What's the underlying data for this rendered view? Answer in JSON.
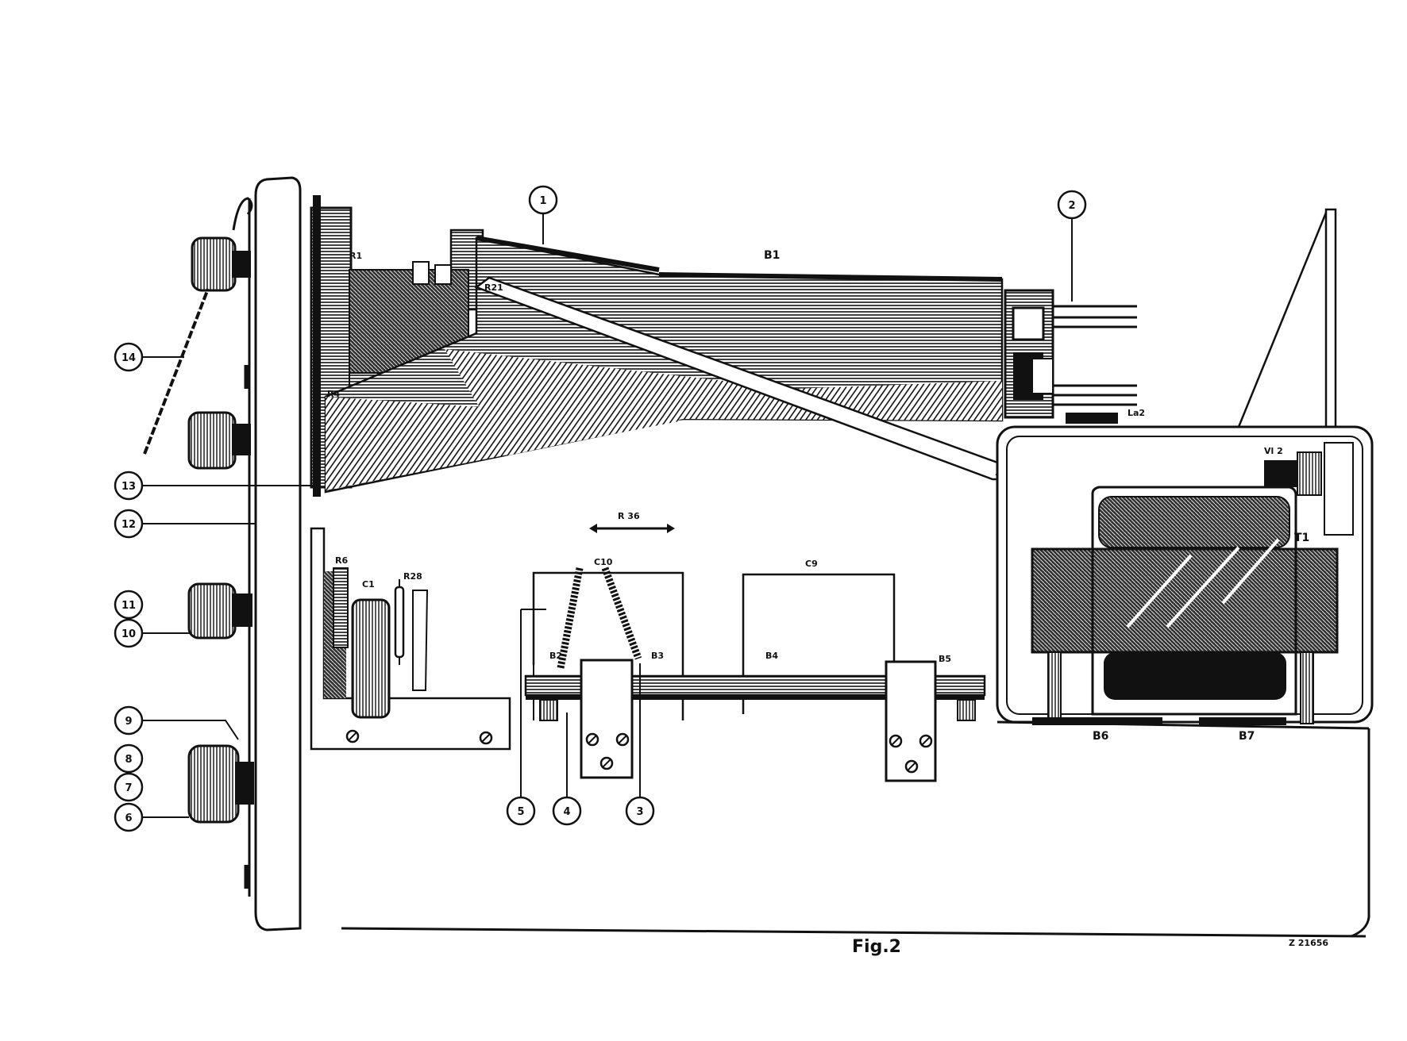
{
  "figure": {
    "caption": "Fig.2",
    "ref_code": "Z 21656"
  },
  "callouts": [
    "1",
    "2",
    "3",
    "4",
    "5",
    "6",
    "7",
    "8",
    "9",
    "10",
    "11",
    "12",
    "13",
    "14"
  ],
  "component_labels": {
    "b1": "B1",
    "r1": "R1",
    "r21": "R21",
    "r4": "R4",
    "r36": "R 36",
    "c10": "C10",
    "c9": "C9",
    "r6": "R6",
    "c1": "C1",
    "r28": "R28",
    "b2": "B2",
    "b3": "B3",
    "b4": "B4",
    "b5": "B5",
    "b6": "B6",
    "b7": "B7",
    "t1": "T1",
    "vl2": "Vl 2",
    "la2": "La2"
  },
  "colors": {
    "ink": "#111111",
    "paper": "#ffffff",
    "hatch": "#222222"
  }
}
